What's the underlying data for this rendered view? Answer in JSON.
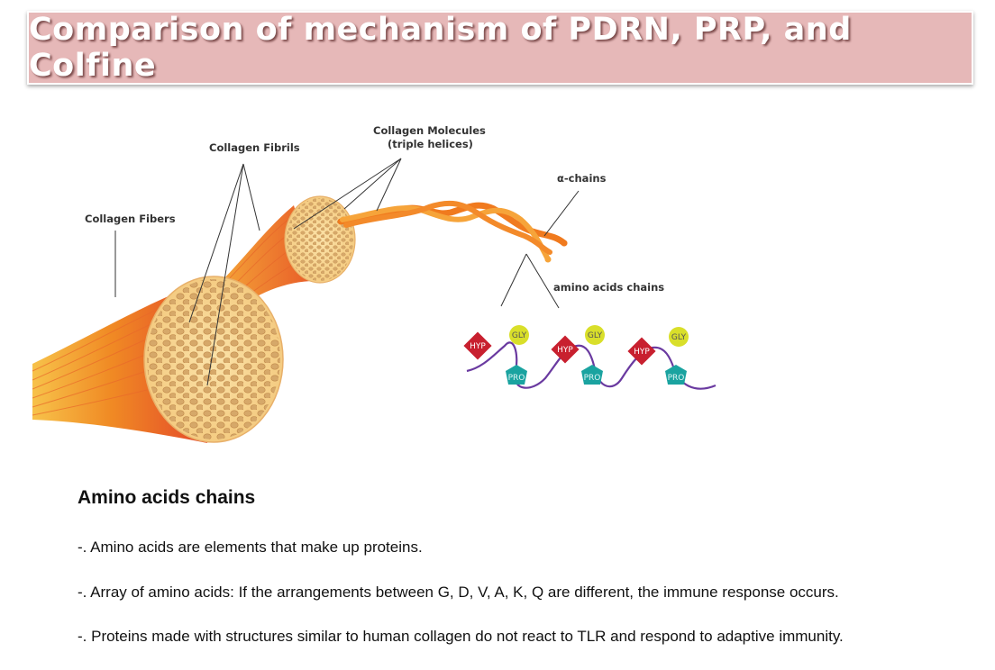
{
  "title": "Comparison of mechanism of PDRN, PRP, and Colfine",
  "diagram": {
    "labels": {
      "collagen_fibers": "Collagen Fibers",
      "collagen_fibrils": "Collagen Fibrils",
      "collagen_molecules_line1": "Collagen Molecules",
      "collagen_molecules_line2": "(triple helices)",
      "alpha_chains": "α-chains",
      "amino_acids_chains": "amino acids chains"
    },
    "residues": {
      "hyp": "HYP",
      "gly": "GLY",
      "pro": "PRO"
    },
    "colors": {
      "fiber_orange": "#f07a1e",
      "fiber_red": "#e8472a",
      "fibril_tan": "#f7cf86",
      "hyp_red": "#c8202f",
      "gly_yellow": "#d9df2a",
      "pro_teal": "#1aa3a0",
      "chain_purple": "#6a3aa0"
    }
  },
  "section": {
    "heading": "Amino acids chains",
    "bullets": [
      "-. Amino acids are elements that make up proteins.",
      "-. Array of amino acids: If the arrangements between G, D, V, A, K, Q are different, the immune response occurs.",
      "-. Proteins made with structures similar to human collagen do not react to TLR and respond to adaptive immunity."
    ]
  }
}
